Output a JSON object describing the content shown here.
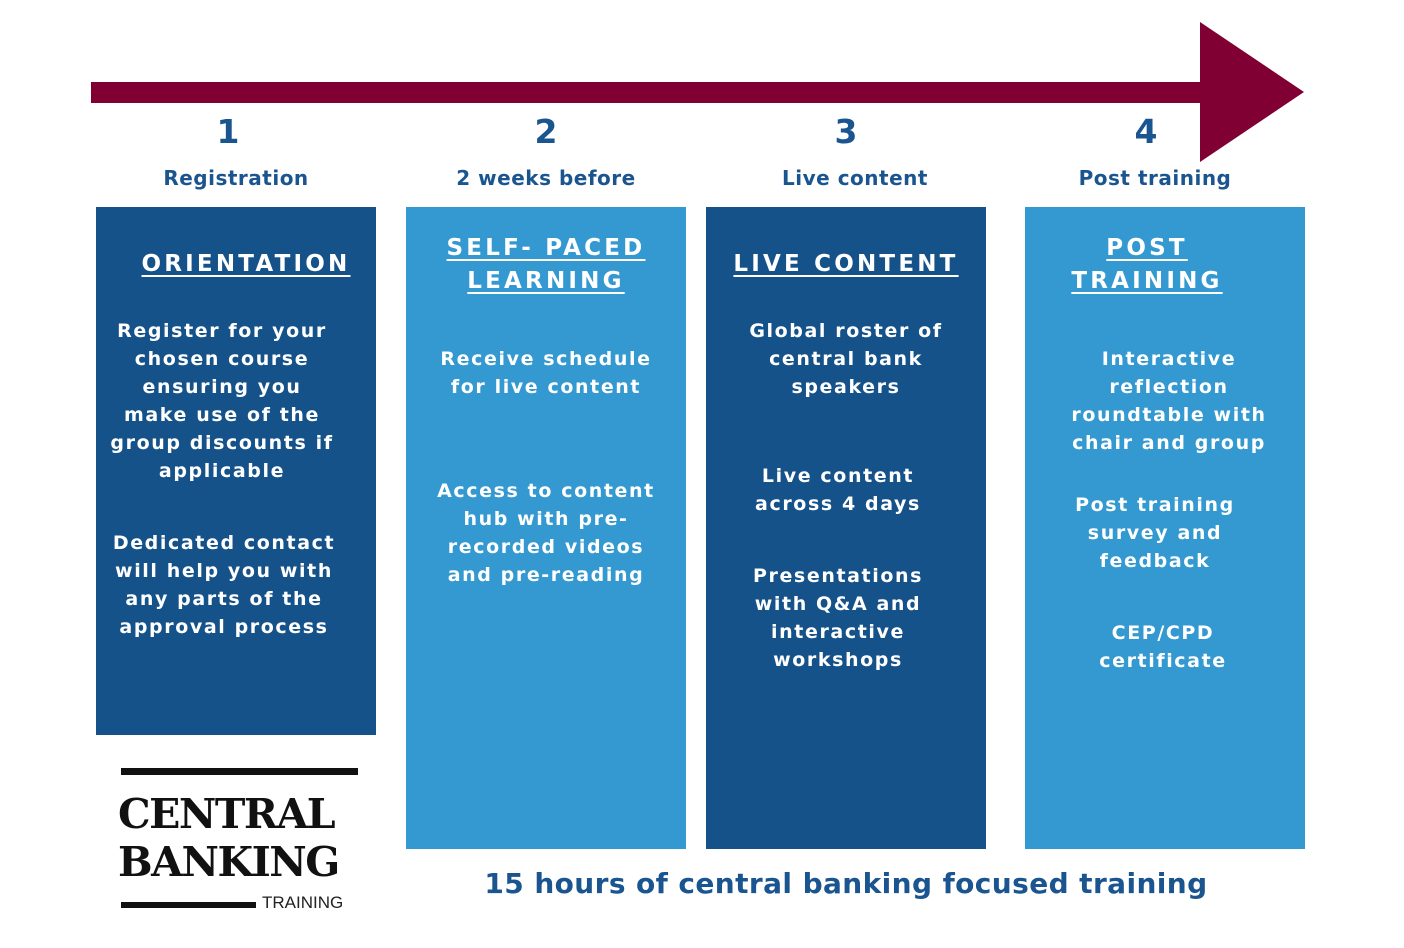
{
  "colors": {
    "arrow": "#800033",
    "dark_blue": "#155289",
    "light_blue": "#3399d0",
    "heading_blue": "#1a5590"
  },
  "steps": [
    {
      "number": "1",
      "label": "Registration",
      "title": "ORIENTATION",
      "style": "dark",
      "paragraphs": [
        "Register for your chosen course ensuring you make use of the group discounts if applicable",
        "Dedicated contact will help you with any parts of the approval process"
      ]
    },
    {
      "number": "2",
      "label": "2 weeks before",
      "title": "SELF- PACED LEARNING",
      "style": "light",
      "paragraphs": [
        "Receive schedule for live content",
        "Access to content hub with pre-recorded videos and pre-reading"
      ]
    },
    {
      "number": "3",
      "label": "Live content",
      "title": "LIVE CONTENT",
      "style": "dark",
      "paragraphs": [
        "Global roster of central bank speakers",
        "Live content across 4 days",
        "Presentations with Q&A and interactive workshops"
      ]
    },
    {
      "number": "4",
      "label": "Post training",
      "title": "POST TRAINING",
      "style": "light",
      "paragraphs": [
        "Interactive reflection roundtable with chair and group",
        "Post training survey and feedback",
        "CEP/CPD certificate"
      ]
    }
  ],
  "logo": {
    "line1": "CENTRAL",
    "line2": "BANKING",
    "line3": "TRAINING"
  },
  "footer": "15 hours of central banking focused training"
}
